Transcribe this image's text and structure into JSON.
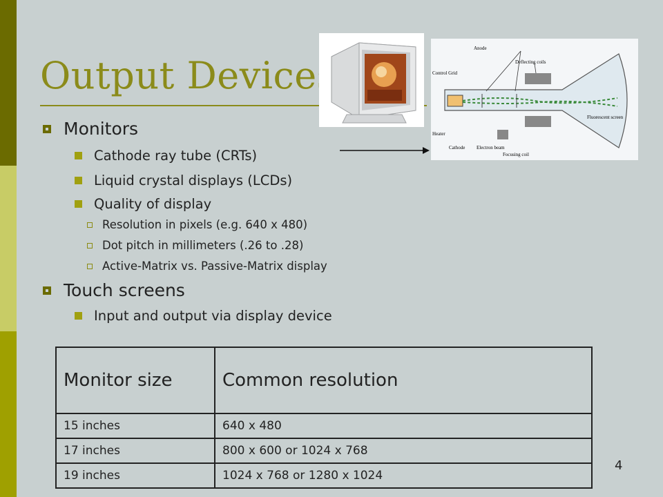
{
  "slide": {
    "title": "Output Devices",
    "page_number": "4"
  },
  "bullets": [
    {
      "label": "Monitors",
      "children": [
        {
          "label": "Cathode ray tube (CRTs)"
        },
        {
          "label": "Liquid crystal displays (LCDs)"
        },
        {
          "label": "Quality of display",
          "children": [
            {
              "label": "Resolution in pixels (e.g. 640 x 480)"
            },
            {
              "label": "Dot pitch in millimeters (.26 to .28)"
            },
            {
              "label": "Active-Matrix vs. Passive-Matrix display"
            }
          ]
        }
      ]
    },
    {
      "label": "Touch screens",
      "children": [
        {
          "label": "Input and output via display device"
        }
      ]
    }
  ],
  "diagram": {
    "labels": {
      "anode": "Anode",
      "deflecting_coils": "Deflecting coils",
      "control_grid": "Control Grid",
      "fluorescent_screen": "Fluorescent screen",
      "heater": "Heater",
      "cathode": "Cathode",
      "electron_beam": "Electron beam",
      "focusing_coil": "Focusing coil"
    }
  },
  "table": {
    "headers": [
      "Monitor size",
      "Common resolution"
    ],
    "rows": [
      [
        "15 inches",
        "640 x 480"
      ],
      [
        "17 inches",
        "800 x 600 or 1024 x 768"
      ],
      [
        "19 inches",
        "1024 x 768 or 1280 x 1024"
      ]
    ]
  }
}
